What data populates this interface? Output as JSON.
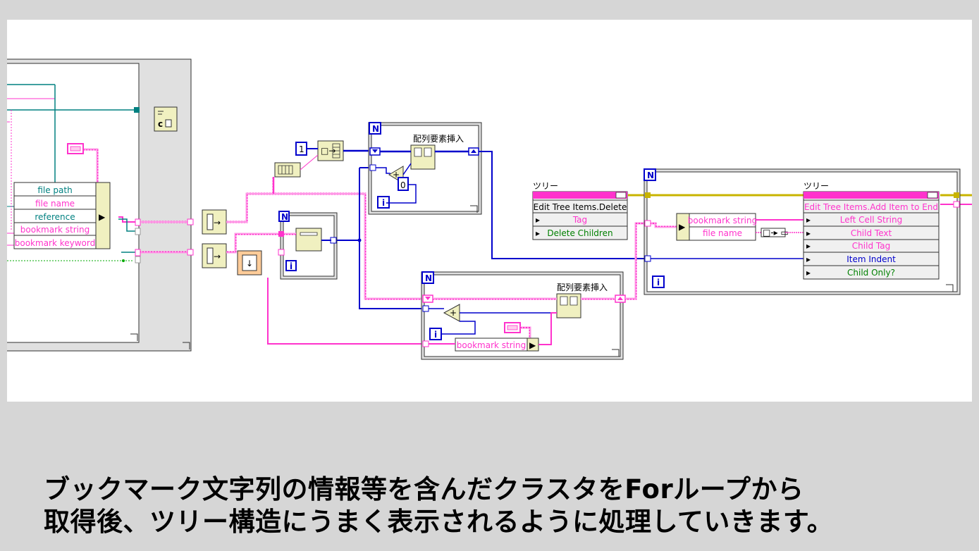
{
  "colors": {
    "canvas_bg": "#ffffff",
    "page_bg": "#d6d6d6",
    "string_wire": "#ff33cc",
    "int_wire": "#0000cc",
    "ref_wire": "#008080",
    "loop_border": "#303030",
    "node_fill": "#f0f0c0"
  },
  "left_loop": {
    "unbundle_items": [
      "file path",
      "file name",
      "reference",
      "bookmark string",
      "bookmark keyword"
    ]
  },
  "for_loops": {
    "count_label": "N",
    "index_label": "i"
  },
  "constants": {
    "one": "1",
    "zero": "0"
  },
  "insert_array": {
    "top_label": "配列要素挿入",
    "bottom_label": "配列要素挿入"
  },
  "bottom_loop": {
    "unbundle_item": "bookmark string"
  },
  "tree_delete": {
    "label": "ツリー",
    "method": "Edit Tree Items.Delete",
    "rows": [
      "Tag",
      "Delete Children"
    ]
  },
  "right_loop": {
    "unbundle_items": [
      "bookmark string",
      "file name"
    ]
  },
  "tree_add": {
    "label": "ツリー",
    "method": "Edit Tree Items.Add Item to End",
    "rows": [
      "Left Cell String",
      "Child Text",
      "Child Tag",
      "Item Indent",
      "Child Only?"
    ]
  },
  "caption": {
    "line1": "ブックマーク文字列の情報等を含んだクラスタをForループから",
    "line2": "取得後、ツリー構造にうまく表示されるように処理していきます。"
  }
}
